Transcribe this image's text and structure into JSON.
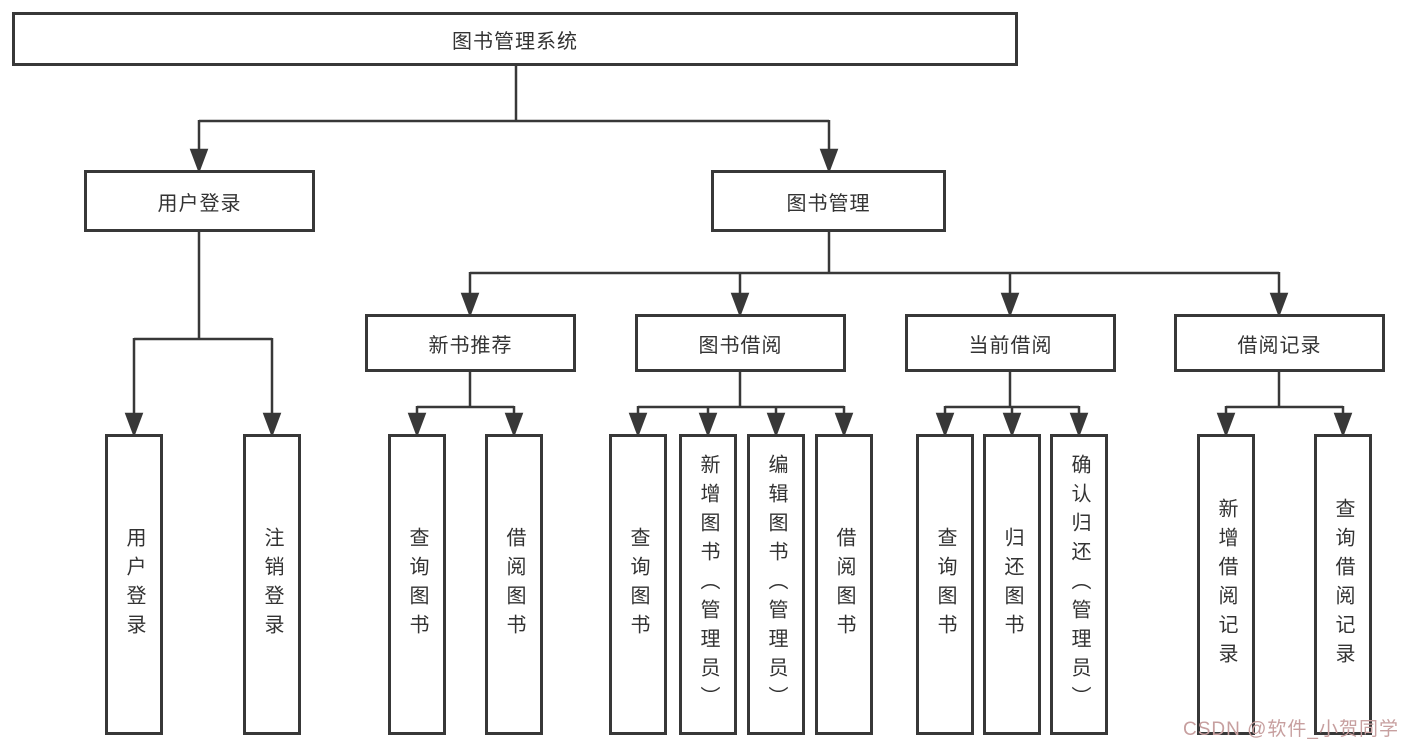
{
  "colors": {
    "line": "#383838",
    "text": "#333333",
    "watermark": "#c79f9f"
  },
  "watermark": "CSDN @软件_小贺同学",
  "tree": {
    "root": "图书管理系统",
    "level2": [
      {
        "label": "用户登录",
        "children": [
          "用户登录",
          "注销登录"
        ]
      },
      {
        "label": "图书管理",
        "sections": [
          {
            "label": "新书推荐",
            "children": [
              "查询图书",
              "借阅图书"
            ]
          },
          {
            "label": "图书借阅",
            "children": [
              "查询图书",
              "新增图书（管理员）",
              "编辑图书（管理员）",
              "借阅图书"
            ]
          },
          {
            "label": "当前借阅",
            "children": [
              "查询图书",
              "归还图书",
              "确认归还（管理员）"
            ]
          },
          {
            "label": "借阅记录",
            "children": [
              "新增借阅记录",
              "查询借阅记录"
            ]
          }
        ]
      }
    ]
  }
}
